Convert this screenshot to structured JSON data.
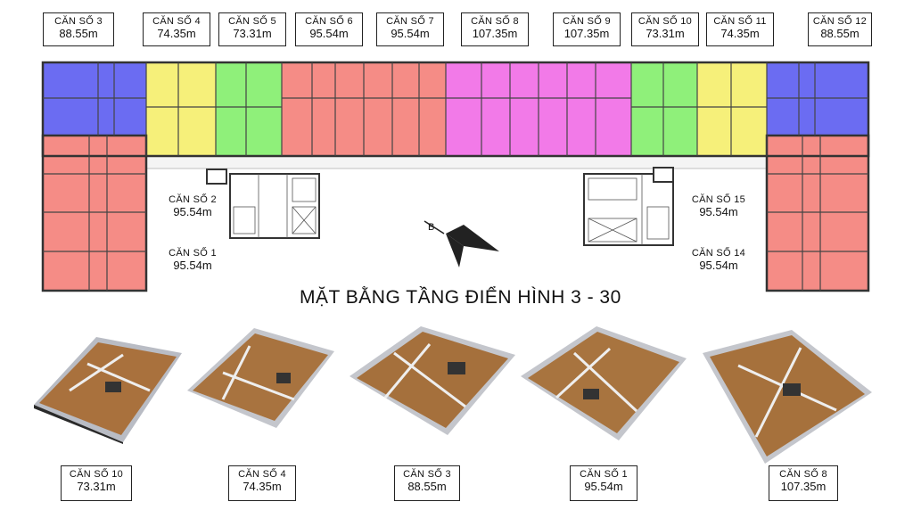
{
  "title": "MẶT BẰNG TẦNG ĐIỂN HÌNH 3 - 30",
  "colors": {
    "blue": "#6b6cf2",
    "yellow": "#f6f07a",
    "green": "#8ff07a",
    "salmon": "#f58c86",
    "magenta": "#f27ae8",
    "wall": "#333333"
  },
  "top_labels": [
    {
      "name": "CĂN SỐ 3",
      "area": "88.55m"
    },
    {
      "name": "CĂN SỐ 4",
      "area": "74.35m"
    },
    {
      "name": "CĂN SỐ 5",
      "area": "73.31m"
    },
    {
      "name": "CĂN SỐ 6",
      "area": "95.54m"
    },
    {
      "name": "CĂN SỐ 7",
      "area": "95.54m"
    },
    {
      "name": "CĂN SỐ 8",
      "area": "107.35m"
    },
    {
      "name": "CĂN SỐ 9",
      "area": "107.35m"
    },
    {
      "name": "CĂN SỐ 10",
      "area": "73.31m"
    },
    {
      "name": "CĂN SỐ 11",
      "area": "74.35m"
    },
    {
      "name": "CĂN SỐ 12",
      "area": "88.55m"
    }
  ],
  "side_labels": [
    {
      "name": "CĂN SỐ 2",
      "area": "95.54m"
    },
    {
      "name": "CĂN SỐ 1",
      "area": "95.54m"
    },
    {
      "name": "CĂN SỐ 15",
      "area": "95.54m"
    },
    {
      "name": "CĂN SỐ 14",
      "area": "95.54m"
    }
  ],
  "bottom_labels": [
    {
      "name": "CĂN SỐ 10",
      "area": "73.31m"
    },
    {
      "name": "CĂN SỐ 4",
      "area": "74.35m"
    },
    {
      "name": "CĂN SỐ 3",
      "area": "88.55m"
    },
    {
      "name": "CĂN SỐ 1",
      "area": "95.54m"
    },
    {
      "name": "CĂN SỐ 8",
      "area": "107.35m"
    }
  ],
  "compass_label": "B"
}
